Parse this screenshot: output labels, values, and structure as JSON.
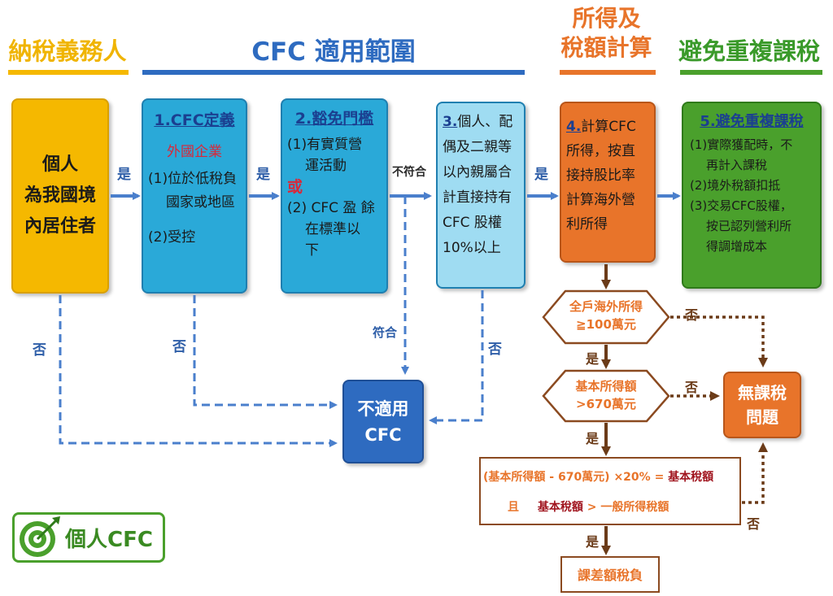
{
  "headers": {
    "taxpayer": "納稅義務人",
    "scope": "CFC 適用範圍",
    "calc_line1": "所得及",
    "calc_line2": "稅額計算",
    "avoid": "避免重複課稅"
  },
  "box_resident": {
    "l1": "個人",
    "l2": "為我國境",
    "l3": "內居住者"
  },
  "box_cfc_def": {
    "title": "1.CFC定義",
    "sub": "外國企業",
    "item1a": "(1)位於低稅負",
    "item1b": "國家或地區",
    "item2": "(2)受控"
  },
  "box_exempt": {
    "title": "2.豁免門檻",
    "item1a": "(1)有實質營",
    "item1b": "運活動",
    "or": "或",
    "item2a": "(2) CFC 盈 餘",
    "item2b": "在標準以",
    "item2c": "下"
  },
  "box_holding": {
    "num": "3.",
    "l1": "個人、配",
    "l2": "偶及二親等",
    "l3": "以內親屬合",
    "l4": "計直接持有",
    "l5": "CFC 股權",
    "l6": "10%以上"
  },
  "box_calc": {
    "num": "4.",
    "l1": "計算CFC",
    "l2": "所得，按直",
    "l3": "接持股比率",
    "l4": "計算海外營",
    "l5": "利所得"
  },
  "box_avoid": {
    "title": "5.避免重複課稅",
    "i1a": "(1)實際獲配時，不",
    "i1b": "再計入課稅",
    "i2": "(2)境外稅額扣抵",
    "i3a": "(3)交易CFC股權，",
    "i3b": "按已認列營利所",
    "i3c": "得調增成本"
  },
  "box_not_apply": {
    "l1": "不適用",
    "l2": "CFC"
  },
  "box_no_tax": {
    "l1": "無課稅",
    "l2": "問題"
  },
  "diamond1": {
    "l1": "全戶海外所得",
    "l2": "≧100萬元"
  },
  "diamond2": {
    "l1": "基本所得額",
    "l2": ">670萬元"
  },
  "formula": {
    "part1": "(基本所得額 - 670萬元) ×20% = ",
    "part1b": "基本稅額",
    "part2a": "且",
    "part2b": "基本稅額",
    "part2c": " > 一般所得稅額"
  },
  "final_box": "課差額稅負",
  "labels": {
    "yes": "是",
    "no": "否",
    "not_met": "不符合",
    "met": "符合"
  },
  "logo_text": "個人CFC",
  "colors": {
    "blue_text": "#2e5ea8",
    "yellow": "#f5b800",
    "sky": "#2aa9d8",
    "light_sky": "#9fdcf2",
    "orange": "#e8742a",
    "green": "#4aa02c",
    "brown": "#6b3b18"
  }
}
